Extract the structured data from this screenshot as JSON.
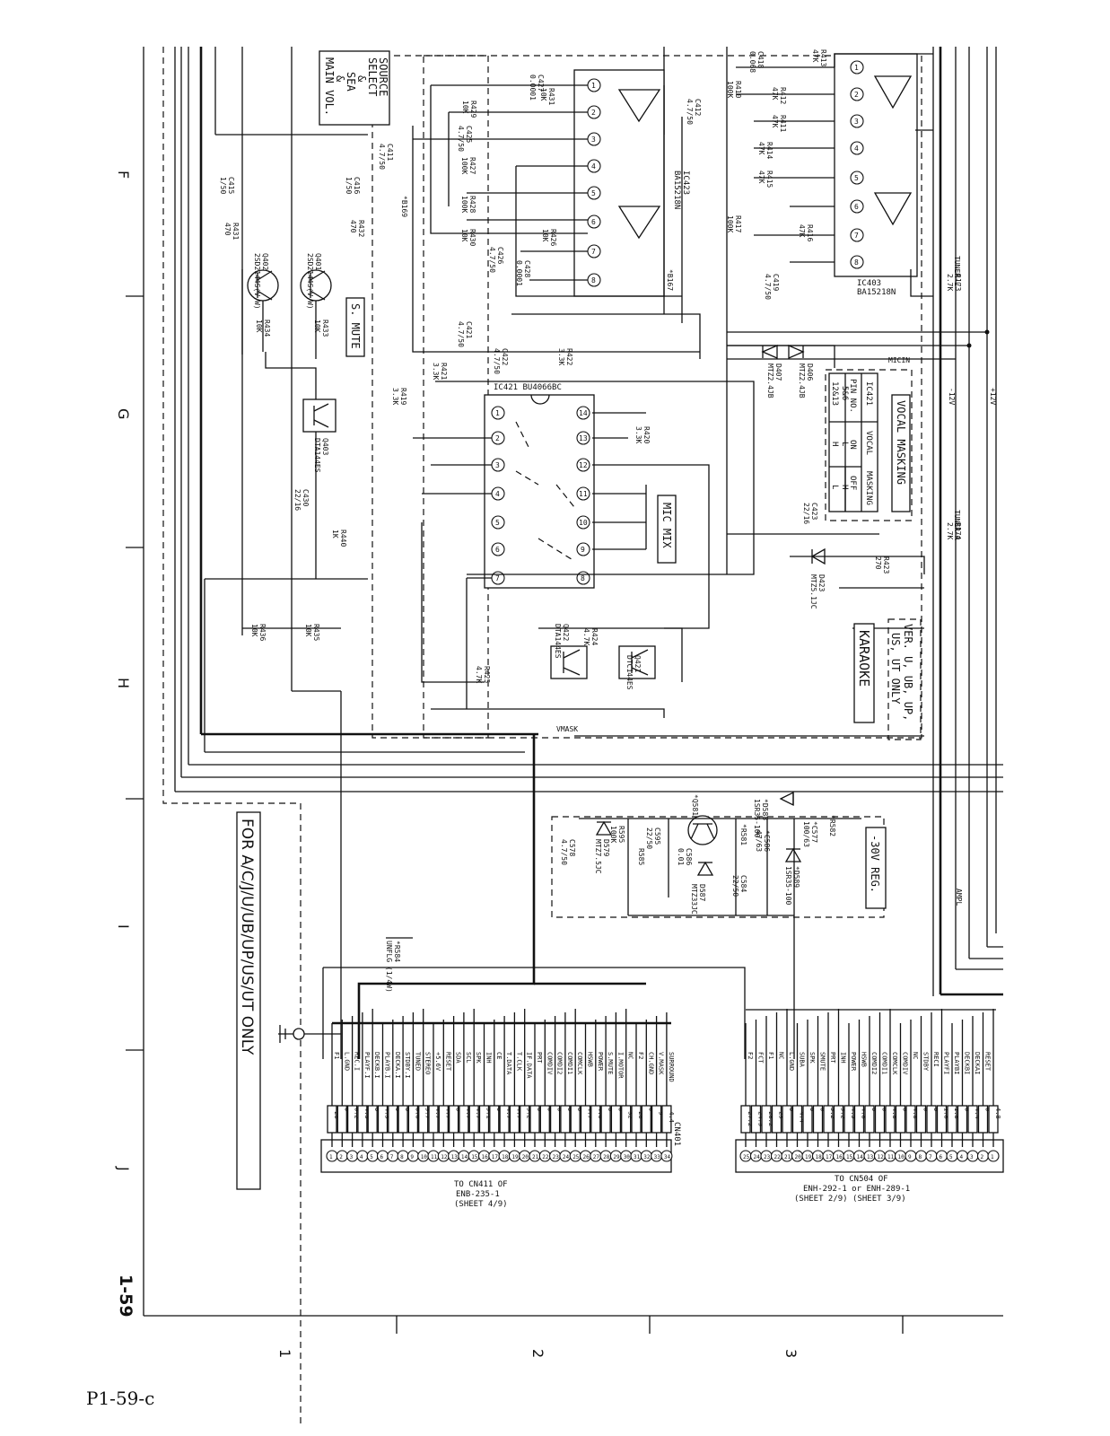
{
  "page": {
    "footer": "P1-59-c",
    "page_number": "1-59"
  },
  "grid": {
    "rows": [
      "F",
      "G",
      "H",
      "I",
      "J"
    ],
    "cols": [
      "1",
      "2",
      "3"
    ]
  },
  "blocks": {
    "source_select": [
      "SOURCE",
      "SELECT",
      "&",
      "SEA",
      "&",
      "MAIN VOL."
    ],
    "s_mute": "S. MUTE",
    "mic_mix": "MIC MIX",
    "vocal_masking": "VOCAL MASKING",
    "karaoke": "KARAOKE",
    "region_note": [
      "VER. U, UB, UP,",
      "US, UT ONLY"
    ],
    "reg_30v": "-30V REG.",
    "region_for": "FOR A/C/J/U/UB/UP/US/UT ONLY"
  },
  "ics": {
    "ic423": [
      "IC423",
      "BA15218N"
    ],
    "ic403": [
      "IC403",
      "BA15218N"
    ],
    "ic421": "IC421  BU4066BC"
  },
  "vocal_table": {
    "header": [
      "IC421",
      "VOCAL",
      "MASKING"
    ],
    "rows": [
      [
        "PIN NO.",
        "ON",
        "OFF"
      ],
      [
        "5&6",
        "L",
        "H"
      ],
      [
        "12&13",
        "H",
        "L"
      ]
    ]
  },
  "parts": [
    {
      "ref": "C427",
      "val": "0.0001"
    },
    {
      "ref": "R429",
      "val": "10K"
    },
    {
      "ref": "R431",
      "val": "10K"
    },
    {
      "ref": "C425",
      "val": "4.7/50"
    },
    {
      "ref": "R427",
      "val": "100K"
    },
    {
      "ref": "R428",
      "val": "100K"
    },
    {
      "ref": "R430",
      "val": "10K"
    },
    {
      "ref": "R426",
      "val": "10K"
    },
    {
      "ref": "C428",
      "val": "0.0001"
    },
    {
      "ref": "C426",
      "val": "4.7/50"
    },
    {
      "ref": "C412",
      "val": "4.7/50"
    },
    {
      "ref": "C418",
      "val": "0.068"
    },
    {
      "ref": "R413",
      "val": "47K"
    },
    {
      "ref": "R410",
      "val": "100K"
    },
    {
      "ref": "R412",
      "val": "47K"
    },
    {
      "ref": "R411",
      "val": "47K"
    },
    {
      "ref": "R414",
      "val": "47K"
    },
    {
      "ref": "R415",
      "val": "47K"
    },
    {
      "ref": "R417",
      "val": "100K"
    },
    {
      "ref": "R416",
      "val": "47K"
    },
    {
      "ref": "C419",
      "val": "4.7/50"
    },
    {
      "ref": "C411",
      "val": "4.7/50"
    },
    {
      "ref": "C416",
      "val": "1/50"
    },
    {
      "ref": "C415",
      "val": "1/50"
    },
    {
      "ref": "R432",
      "val": "470"
    },
    {
      "ref": "R431",
      "val": "470"
    },
    {
      "ref": "Q401",
      "val": "2SD2144S(V,W)"
    },
    {
      "ref": "Q402",
      "val": "2SD2144S(V,W)"
    },
    {
      "ref": "R433",
      "val": "10K"
    },
    {
      "ref": "R434",
      "val": "10K"
    },
    {
      "ref": "C421",
      "val": "4.7/50"
    },
    {
      "ref": "C422",
      "val": "4.7/50"
    },
    {
      "ref": "R421",
      "val": "3.3K"
    },
    {
      "ref": "R422",
      "val": "3.3K"
    },
    {
      "ref": "R419",
      "val": "3.3K"
    },
    {
      "ref": "R420",
      "val": "3.3K"
    },
    {
      "ref": "Q403",
      "val": "DTA144ES"
    },
    {
      "ref": "C430",
      "val": "22/16"
    },
    {
      "ref": "R440",
      "val": "1K"
    },
    {
      "ref": "D406",
      "val": "MTZ2.4JB"
    },
    {
      "ref": "D407",
      "val": "MTZ2.4JB"
    },
    {
      "ref": "C423",
      "val": "22/16"
    },
    {
      "ref": "D423",
      "val": "MTZ5.1JC"
    },
    {
      "ref": "R423",
      "val": "270"
    },
    {
      "ref": "R174",
      "val": "2.7K"
    },
    {
      "ref": "R173",
      "val": "2.7K"
    },
    {
      "ref": "R424",
      "val": "4.7K"
    },
    {
      "ref": "R425",
      "val": "4.7K"
    },
    {
      "ref": "Q422",
      "val": "DTA144ES"
    },
    {
      "ref": "Q421",
      "val": "DTC144ES"
    },
    {
      "ref": "R436",
      "val": "10K"
    },
    {
      "ref": "R435",
      "val": "10K"
    },
    {
      "ref": "*Q581",
      "val": ""
    },
    {
      "ref": "*D588",
      "val": "1SR35-100"
    },
    {
      "ref": "*R582",
      "val": ""
    },
    {
      "ref": "*C577",
      "val": "100/63"
    },
    {
      "ref": "*R581",
      "val": ""
    },
    {
      "ref": "*C586",
      "val": "47/63"
    },
    {
      "ref": "*D589",
      "val": "1SR35-100"
    },
    {
      "ref": "C584",
      "val": "22/50"
    },
    {
      "ref": "D587",
      "val": "MTZ33JC"
    },
    {
      "ref": "C586",
      "val": "0.01"
    },
    {
      "ref": "R585",
      "val": ""
    },
    {
      "ref": "C595",
      "val": "22/50"
    },
    {
      "ref": "R595",
      "val": "100K"
    },
    {
      "ref": "D579",
      "val": "MTZ7.5JC"
    },
    {
      "ref": "C578",
      "val": "4.7/50"
    },
    {
      "ref": "*R584",
      "val": "UNFLG (1/4W)"
    }
  ],
  "nets": {
    "micin": "MICIN",
    "vmask": "VMASK",
    "neg12": "-12V",
    "pos12": "+12V",
    "tuner_l": "TUNER-L",
    "tuner_r": "TUNER-R",
    "ampl": "AMPL",
    "b169": "*B169",
    "b167": "*B167"
  },
  "cn401": {
    "ref": "CN401",
    "pins": [
      {
        "n": "1",
        "sig": "F1",
        "v": "-28"
      },
      {
        "n": "2",
        "sig": "L.GND",
        "v": "0"
      },
      {
        "n": "3",
        "sig": "REC.I",
        "v": "0.2"
      },
      {
        "n": "4",
        "sig": "PLAYF.I",
        "v": "4.3"
      },
      {
        "n": "5",
        "sig": "DECKB.I",
        "v": "0"
      },
      {
        "n": "6",
        "sig": "PLAYB.I",
        "v": "4.3"
      },
      {
        "n": "7",
        "sig": "DECKA.I",
        "v": "0"
      },
      {
        "n": "8",
        "sig": "STDBY.I",
        "v": "0"
      },
      {
        "n": "9",
        "sig": "TUNED",
        "v": "0.6"
      },
      {
        "n": "10",
        "sig": "STEREO",
        "v": "5.7"
      },
      {
        "n": "11",
        "sig": "+5.6V",
        "v": "4.7"
      },
      {
        "n": "12",
        "sig": "RESET",
        "v": "4.7"
      },
      {
        "n": "13",
        "sig": "SDA",
        "v": "0"
      },
      {
        "n": "14",
        "sig": "SCL",
        "v": "4.7"
      },
      {
        "n": "15",
        "sig": "SPK",
        "v": "4.7"
      },
      {
        "n": "16",
        "sig": "INH",
        "v": "5.1"
      },
      {
        "n": "17",
        "sig": "CE",
        "v": "0"
      },
      {
        "n": "18",
        "sig": "T.DATA",
        "v": "4.7"
      },
      {
        "n": "19",
        "sig": "T.CLK",
        "v": "4.7"
      },
      {
        "n": "20",
        "sig": "IF.DATA",
        "v": "5.2"
      },
      {
        "n": "21",
        "sig": "PRT",
        "v": "0"
      },
      {
        "n": "22",
        "sig": "COMDIV",
        "v": "0"
      },
      {
        "n": "23",
        "sig": "COMDI2",
        "v": "0"
      },
      {
        "n": "24",
        "sig": "COMDI1",
        "v": "0"
      },
      {
        "n": "25",
        "sig": "COMCLK",
        "v": "0"
      },
      {
        "n": "26",
        "sig": "HSWB",
        "v": "4.7"
      },
      {
        "n": "27",
        "sig": "POWER",
        "v": "4.0"
      },
      {
        "n": "28",
        "sig": "S.MUTE",
        "v": "0"
      },
      {
        "n": "29",
        "sig": "I.MOTOR",
        "v": "0"
      },
      {
        "n": "30",
        "sig": "NC",
        "v": "-32"
      },
      {
        "n": "31",
        "sig": "F2",
        "v": "-28"
      },
      {
        "n": "32",
        "sig": "CH.GND",
        "v": "0"
      },
      {
        "n": "33",
        "sig": "V.MASK",
        "v": "-9"
      },
      {
        "n": "34",
        "sig": "SURROUND",
        "v": "-4.4"
      }
    ],
    "dest": [
      "TO CN411 OF",
      "ENB-235-1",
      "(SHEET 4/9)"
    ]
  },
  "cn_right": {
    "pins": [
      {
        "n": "25",
        "sig": "F2",
        "v": "-27.2"
      },
      {
        "n": "24",
        "sig": "FCT",
        "v": "-24.5"
      },
      {
        "n": "23",
        "sig": "F1",
        "v": "-28.2"
      },
      {
        "n": "22",
        "sig": "NC",
        "v": "-23"
      },
      {
        "n": "21",
        "sig": "L.GND",
        "v": "0"
      },
      {
        "n": "20",
        "sig": "SUBA",
        "v": "-4.4"
      },
      {
        "n": "19",
        "sig": "SPK",
        "v": "0"
      },
      {
        "n": "18",
        "sig": "SMUTE",
        "v": "0"
      },
      {
        "n": "17",
        "sig": "PRT",
        "v": "5.2"
      },
      {
        "n": "16",
        "sig": "INH",
        "v": "5.2"
      },
      {
        "n": "15",
        "sig": "POWER",
        "v": "4.5"
      },
      {
        "n": "14",
        "sig": "HSWB",
        "v": "4.8"
      },
      {
        "n": "13",
        "sig": "COMDI2",
        "v": "0"
      },
      {
        "n": "12",
        "sig": "COMDI1",
        "v": "0"
      },
      {
        "n": "11",
        "sig": "COMCLK",
        "v": "4.8"
      },
      {
        "n": "10",
        "sig": "COMDIV",
        "v": "0"
      },
      {
        "n": "9",
        "sig": "NC",
        "v": "4.8"
      },
      {
        "n": "8",
        "sig": "STDBY",
        "v": "0"
      },
      {
        "n": "7",
        "sig": "RECI",
        "v": "0"
      },
      {
        "n": "6",
        "sig": "PLAYFI",
        "v": "1.8"
      },
      {
        "n": "5",
        "sig": "PLAYBI",
        "v": "1.8"
      },
      {
        "n": "4",
        "sig": "DECKBI",
        "v": "0"
      },
      {
        "n": "3",
        "sig": "DECKAI",
        "v": "4.4"
      },
      {
        "n": "2",
        "sig": "RESET",
        "v": "0"
      },
      {
        "n": "1",
        "sig": "",
        "v": "4.8"
      }
    ],
    "dest": [
      "TO CN504 OF",
      "ENH-292-1 or ENH-289-1",
      "(SHEET 2/9)   (SHEET 3/9)"
    ]
  }
}
